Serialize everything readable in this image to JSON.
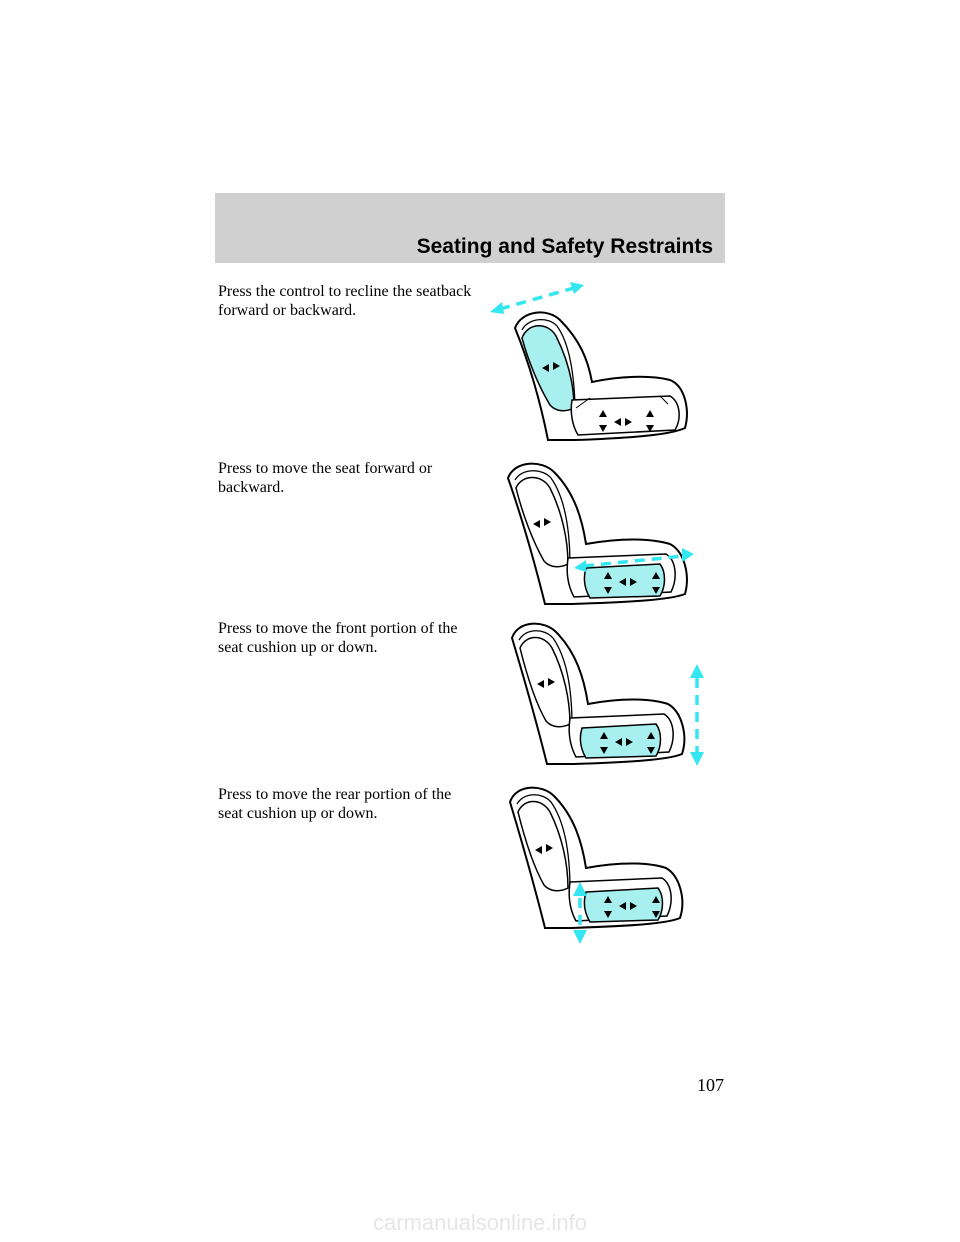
{
  "header": {
    "title": "Seating and Safety Restraints"
  },
  "paragraphs": [
    "Press the control to recline the seatback forward or backward.",
    "Press to move the seat forward or backward.",
    "Press to move the front portion of the seat cushion up or down.",
    "Press to move the rear portion of the seat cushion up or down."
  ],
  "page_number": "107",
  "watermark": "carmanualsonline.info",
  "colors": {
    "header_bg": "#d0d0d0",
    "highlight": "#a8f0f0",
    "arrow": "#33e6f0"
  }
}
